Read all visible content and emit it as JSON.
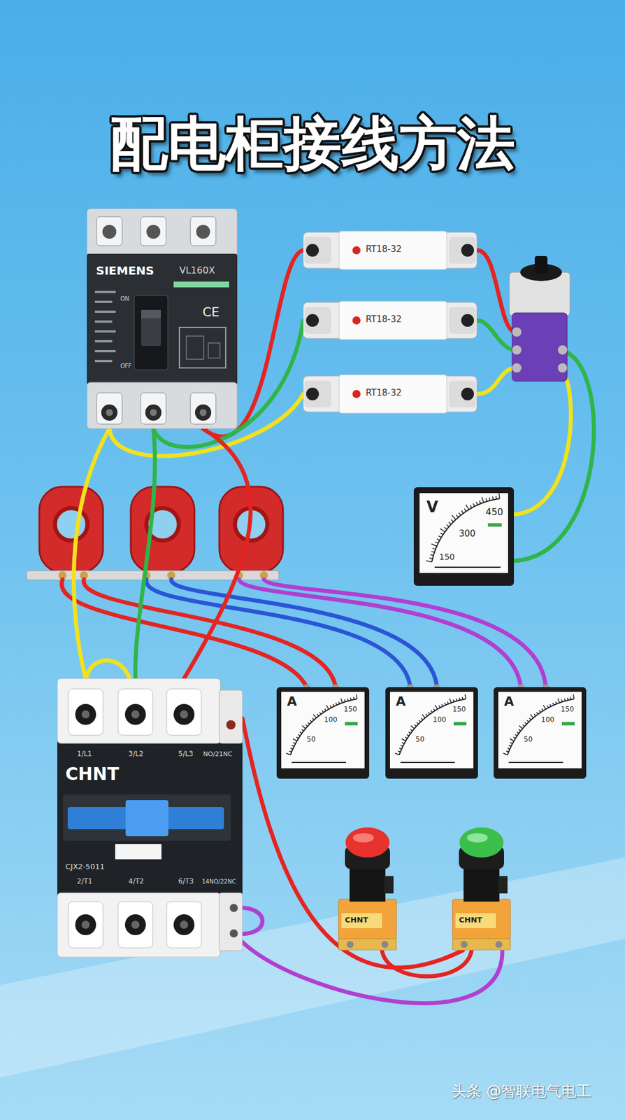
{
  "diagram": {
    "title": "配电柜接线方法",
    "nodes": [
      {
        "text": [
          "SIEMENS",
          "VL160X",
          "ON",
          "OFF",
          "CE"
        ]
      },
      {
        "text": [
          "RT18-32"
        ]
      },
      {
        "text": [
          "RT18-32"
        ]
      },
      {
        "text": [
          "RT18-32"
        ]
      },
      {
        "text": [
          "V",
          "450",
          "300",
          "150"
        ]
      },
      {
        "text": [
          "1/L1",
          "3/L2",
          "5/L3",
          "NO/21NC",
          "CHNT",
          "CJX2-5011",
          "2/T1",
          "4/T2",
          "6/T3",
          "14NO/22NC"
        ]
      },
      {
        "text": [
          "A",
          "150",
          "100",
          "50"
        ]
      },
      {
        "text": [
          "A",
          "150",
          "100",
          "50"
        ]
      },
      {
        "text": [
          "A",
          "150",
          "100",
          "50"
        ]
      },
      {
        "text": [
          "CHNT"
        ]
      },
      {
        "text": [
          "CHNT"
        ]
      }
    ],
    "edges": [
      {
        "from": 0,
        "to": 1,
        "arrow": "none"
      },
      {
        "from": 0,
        "to": 2,
        "arrow": "none"
      },
      {
        "from": 0,
        "to": 3,
        "arrow": "none"
      },
      {
        "from": 0,
        "to": 5,
        "arrow": "none"
      },
      {
        "from": 0,
        "to": 5,
        "arrow": "none"
      },
      {
        "from": 0,
        "to": 5,
        "arrow": "none"
      },
      {
        "from": 5,
        "to": 10,
        "arrow": "none"
      },
      {
        "from": 9,
        "to": 10,
        "arrow": "none"
      },
      {
        "from": 5,
        "to": 10,
        "arrow": "none"
      }
    ],
    "labels": [
      "头条 @智联电气电工"
    ]
  }
}
